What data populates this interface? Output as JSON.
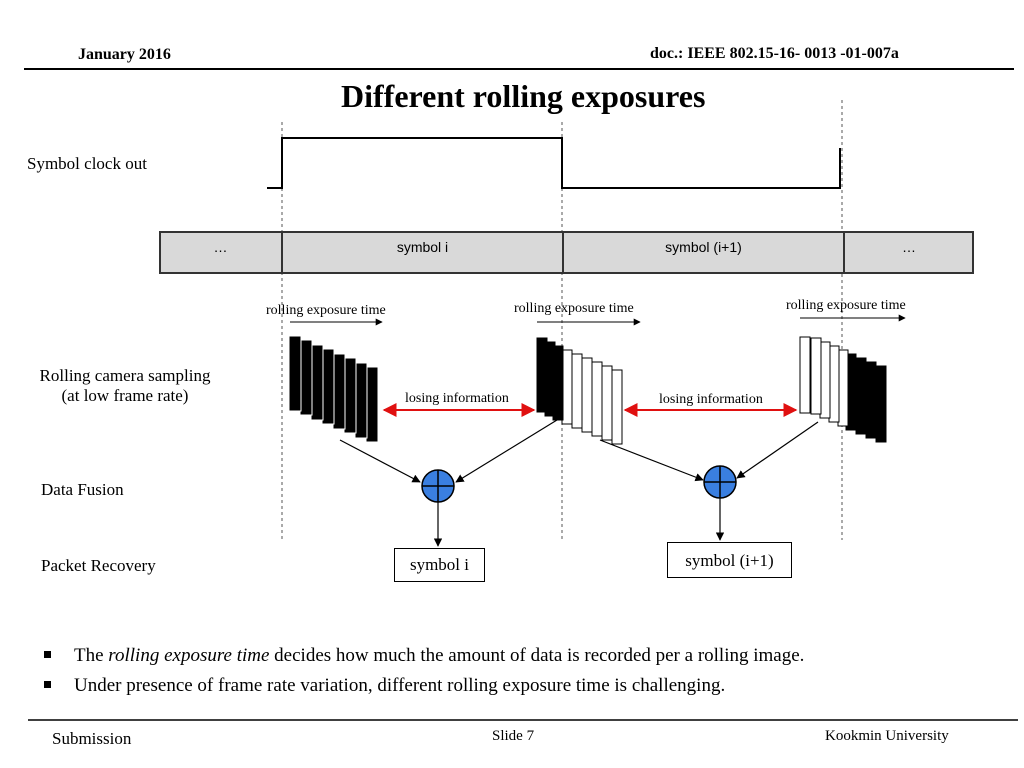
{
  "header": {
    "date": "January 2016",
    "doc": "doc.: IEEE 802.15-16- 0013 -01-007a"
  },
  "title": "Different rolling exposures",
  "row_labels": {
    "symbol_clock": "Symbol clock out",
    "rolling_sampling_line1": "Rolling camera sampling",
    "rolling_sampling_line2": "(at low frame rate)",
    "data_fusion": "Data Fusion",
    "packet_recovery": "Packet Recovery"
  },
  "symbols": [
    "…",
    "symbol i",
    "symbol (i+1)",
    "…"
  ],
  "annotations": {
    "exposure_1": "rolling exposure time",
    "exposure_2": "rolling exposure time",
    "exposure_3": "rolling exposure time",
    "losing_1": "losing information",
    "losing_2": "losing information"
  },
  "recovered": {
    "first": "symbol i",
    "second": "symbol (i+1)"
  },
  "bullets": [
    {
      "pre": "The ",
      "em": "rolling exposure time",
      "post": " decides how much the amount of data is recorded per a rolling image."
    },
    {
      "pre": "Under presence of frame rate variation, different rolling exposure time is challenging.",
      "em": "",
      "post": ""
    }
  ],
  "footer": {
    "left": "Submission",
    "center": "Slide 7",
    "right": "Kookmin University"
  },
  "colors": {
    "fusion_node": "#3a7fe0",
    "losing_arrow": "#e01010",
    "symbol_row": "#d9d9d9"
  }
}
